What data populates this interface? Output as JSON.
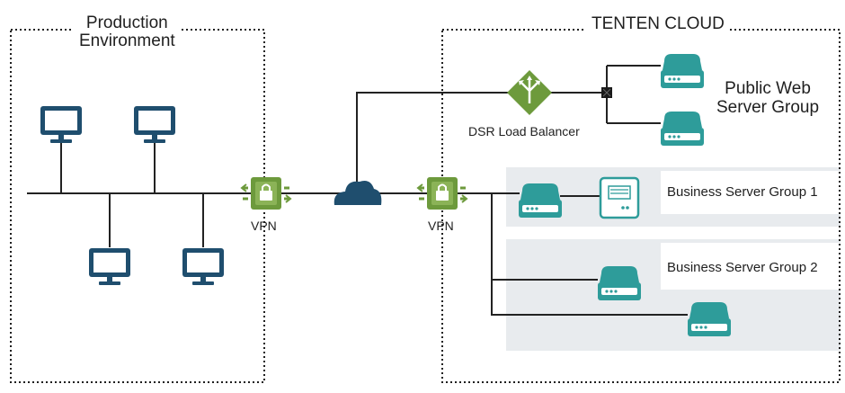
{
  "zones": {
    "production_title": "Production\nEnvironment",
    "cloud_title": "TENTEN CLOUD"
  },
  "labels": {
    "vpn_left": "VPN",
    "vpn_right": "VPN",
    "load_balancer": "DSR Load Balancer",
    "public_web_group": "Public Web\nServer Group",
    "business_group_1": "Business Server Group 1",
    "business_group_2": "Business Server Group 2"
  },
  "colors": {
    "device_blue": "#1f4e6e",
    "server_teal": "#2e9c9a",
    "vpn_green": "#6d9a3c",
    "line": "#222222",
    "group_panel": "#e8ebee"
  },
  "icons": {
    "computer": "monitor-icon",
    "server": "server-icon",
    "vpn": "vpn-gateway-icon",
    "cloud": "cloud-icon",
    "balancer": "load-balancer-icon"
  }
}
